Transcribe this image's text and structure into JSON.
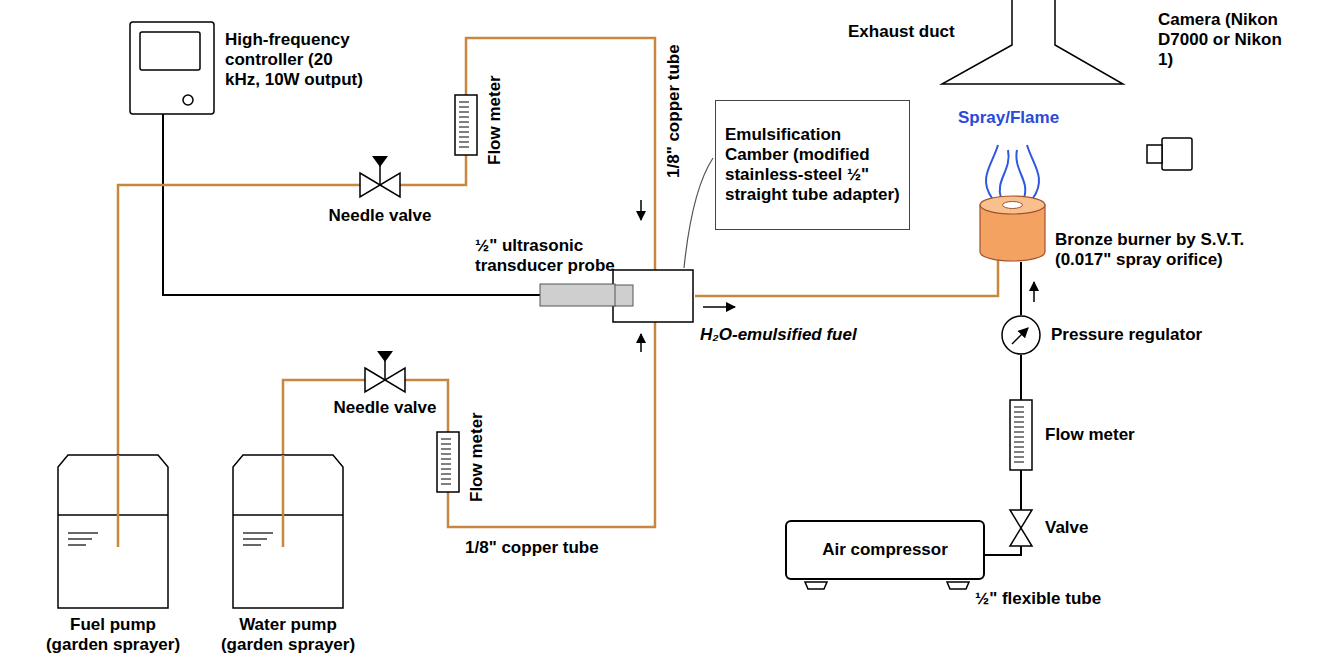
{
  "diagram": {
    "nodes": [
      {
        "text": [
          "High-frequency controller (20 kHz, 10W output)"
        ]
      },
      {
        "text": [
          "Flow meter"
        ]
      },
      {
        "text": [
          "Needle valve"
        ]
      },
      {
        "text": [
          "½\" ultrasonic transducer probe"
        ]
      },
      {
        "text": [
          "Emulsification Camber (modified stainless-steel ½\" straight tube adapter)"
        ]
      },
      {
        "text": [
          "Exhaust duct"
        ]
      },
      {
        "text": [
          "Camera (Nikon D7000 or Nikon 1)"
        ]
      },
      {
        "text": [
          "Bronze burner by S.V.T. (0.017\" spray orifice)"
        ]
      },
      {
        "text": [
          "Pressure regulator"
        ]
      },
      {
        "text": [
          "Needle valve"
        ]
      },
      {
        "text": [
          "Flow meter"
        ]
      },
      {
        "text": [
          "Flow meter"
        ]
      },
      {
        "text": [
          "Valve"
        ]
      },
      {
        "text": [
          "Air compressor"
        ]
      },
      {
        "text": [
          "Fuel pump (garden sprayer)"
        ]
      },
      {
        "text": [
          "Water pump (garden sprayer)"
        ]
      }
    ],
    "edges": [
      {
        "from": 0,
        "to": 3,
        "arrow": "none"
      },
      {
        "from": 14,
        "to": 2,
        "arrow": "none"
      },
      {
        "from": 2,
        "to": 1,
        "arrow": "none"
      },
      {
        "from": 15,
        "to": 9,
        "arrow": "none"
      },
      {
        "from": 9,
        "to": 10,
        "arrow": "none"
      },
      {
        "from": 13,
        "to": 12,
        "arrow": "none"
      },
      {
        "from": 12,
        "to": 11,
        "arrow": "none"
      },
      {
        "from": 11,
        "to": 8,
        "arrow": "none"
      },
      {
        "from": 8,
        "to": 7,
        "arrow": "none"
      }
    ],
    "labels": [
      "1/8\" copper tube",
      "1/8\" copper tube",
      "Spray/Flame",
      "H₂O-emulsified fuel",
      "½\" flexible tube"
    ]
  }
}
